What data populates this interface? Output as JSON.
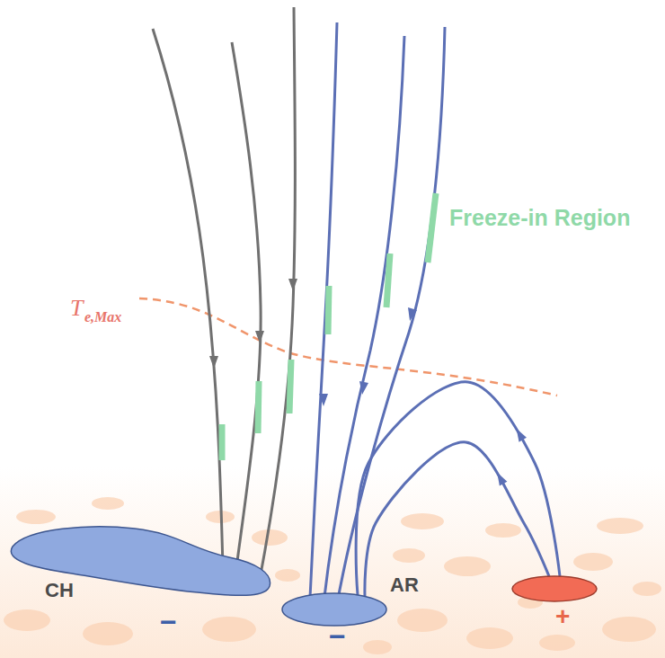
{
  "diagram": {
    "nodes": [
      {
        "text": [
          "CH",
          "−"
        ]
      },
      {
        "text": [
          "AR",
          "−"
        ]
      },
      {
        "text": [
          "+"
        ]
      }
    ],
    "edges": [
      {
        "from": 2,
        "to": 1,
        "arrow": "to"
      },
      {
        "from": 2,
        "to": 1,
        "arrow": "to"
      }
    ],
    "labels": [
      "Freeze-in Region",
      "T",
      "e,Max"
    ]
  }
}
